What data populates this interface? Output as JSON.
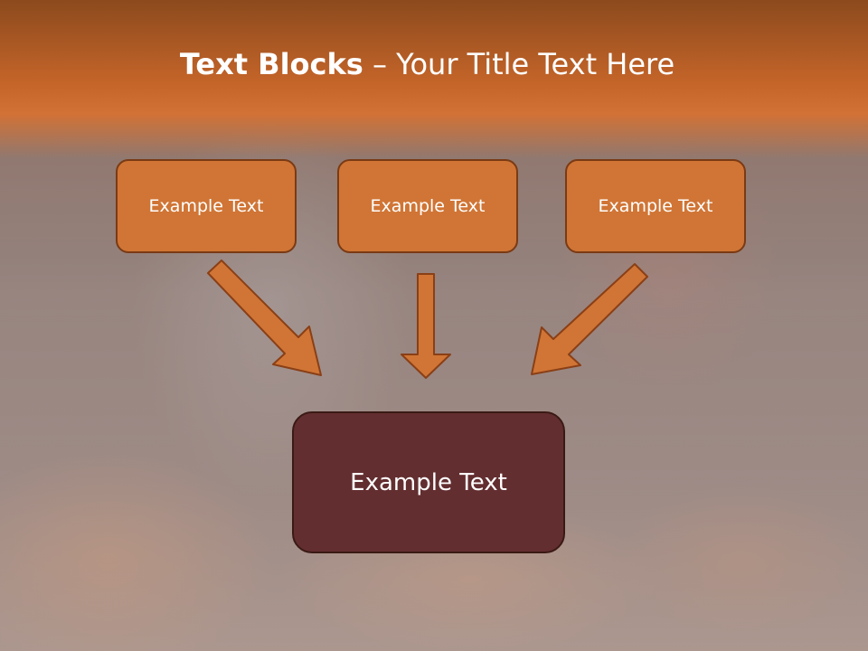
{
  "slide": {
    "title_bold": "Text Blocks",
    "title_rest": " – Your Title Text Here",
    "boxes": [
      {
        "label": "Example Text"
      },
      {
        "label": "Example Text"
      },
      {
        "label": "Example Text"
      }
    ],
    "main_box": {
      "label": "Example Text"
    },
    "colors": {
      "title_band": "#c7662a",
      "box_fill": "#d07535",
      "box_border": "#7a3a14",
      "main_box_fill": "#632e30",
      "arrow_fill": "#d07535"
    },
    "icons": [
      "arrow-down-right-icon",
      "arrow-down-icon",
      "arrow-down-left-icon"
    ]
  }
}
